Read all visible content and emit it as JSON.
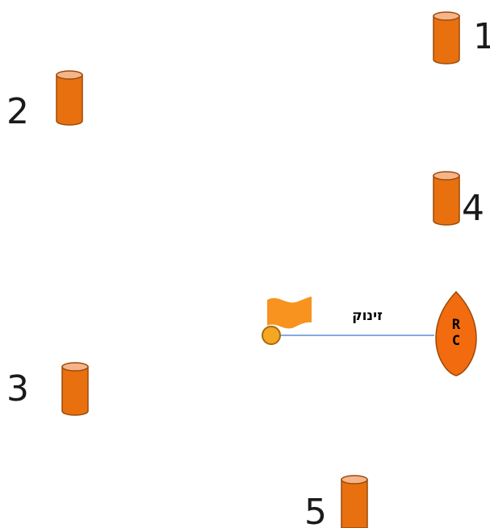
{
  "buoys": [
    {
      "label": "1",
      "color": "#e8700f",
      "outline": "#9a4a08",
      "top": "#f5b48a"
    },
    {
      "label": "2",
      "color": "#e8700f",
      "outline": "#9a4a08",
      "top": "#f5b48a"
    },
    {
      "label": "3",
      "color": "#e8700f",
      "outline": "#9a4a08",
      "top": "#f5b48a"
    },
    {
      "label": "4",
      "color": "#e8700f",
      "outline": "#9a4a08",
      "top": "#f5b48a"
    },
    {
      "label": "5",
      "color": "#e8700f",
      "outline": "#9a4a08",
      "top": "#f5b48a"
    }
  ],
  "start_line": {
    "label": "זינוק",
    "line_color": "#5b8ed6",
    "pin_color": "#f5a623",
    "flag_color": "#f7931e"
  },
  "committee_boat": {
    "line1": "R",
    "line2": "C",
    "color": "#f26b0f",
    "outline": "#9a4a08"
  }
}
